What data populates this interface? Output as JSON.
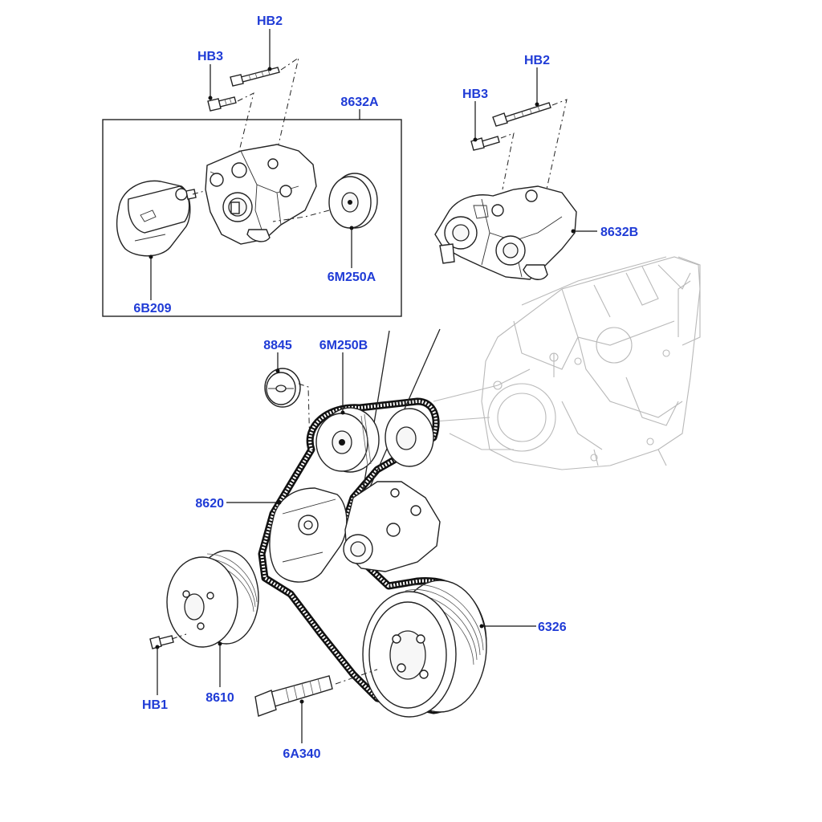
{
  "callouts": {
    "hb2_left": "HB2",
    "hb3_left": "HB3",
    "p8632a": "8632A",
    "hb3_right": "HB3",
    "hb2_right": "HB2",
    "p8632b": "8632B",
    "p6b209": "6B209",
    "p6m250a": "6M250A",
    "p8845": "8845",
    "p6m250b": "6M250B",
    "p8620": "8620",
    "p6326": "6326",
    "hb1": "HB1",
    "p8610": "8610",
    "p6a340": "6A340"
  }
}
